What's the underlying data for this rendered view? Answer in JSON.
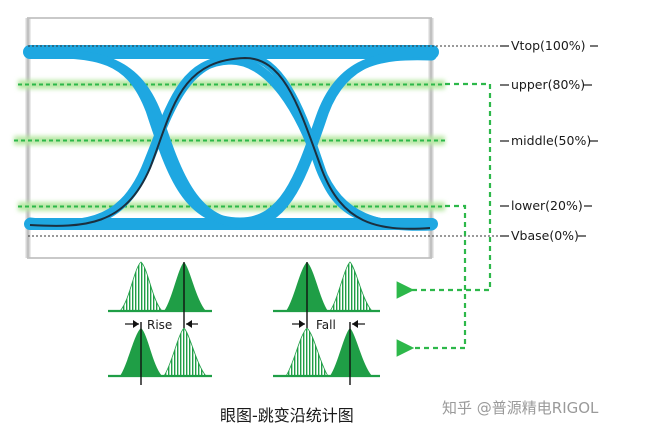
{
  "labels": {
    "vtop": "Vtop(100%)",
    "upper": "upper(80%)",
    "middle": "middle(50%)",
    "lower": "lower(20%)",
    "vbase": "Vbase(0%)"
  },
  "histogram_labels": {
    "rise": "Rise",
    "fall": "Fall"
  },
  "caption": "眼图-跳变沿统计图",
  "watermark": "知乎 @普源精电RIGOL",
  "colors": {
    "eye_trace": "#1ea7e1",
    "single_trace": "#1b2f3f",
    "threshold_green": "#2db84a",
    "threshold_glow": "#b9e8a6",
    "histogram": "#1f9e46",
    "frame": "#c9c9c9"
  },
  "icons": {
    "arrow": "arrow-left-icon",
    "bar": "bar-marker-icon"
  }
}
